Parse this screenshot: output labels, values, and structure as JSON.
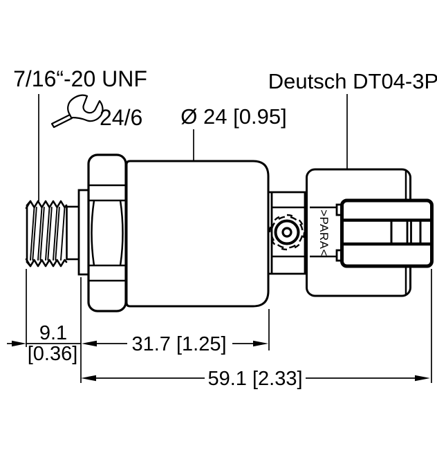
{
  "drawing": {
    "title": "Pressure sensor dimensional drawing",
    "labels": {
      "thread": "7/16“-20 UNF",
      "wrench_size": "24/6",
      "diameter": "Ø 24 [0.95]",
      "connector": "Deutsch DT04-3P",
      "marking": ">PARA<"
    },
    "dimensions": {
      "thread_length_value": "9.1",
      "thread_length_inch": "[0.36]",
      "body_length": "31.7 [1.25]",
      "total_length": "59.1 [2.33]"
    },
    "colors": {
      "line": "#000000",
      "background": "#ffffff"
    }
  }
}
